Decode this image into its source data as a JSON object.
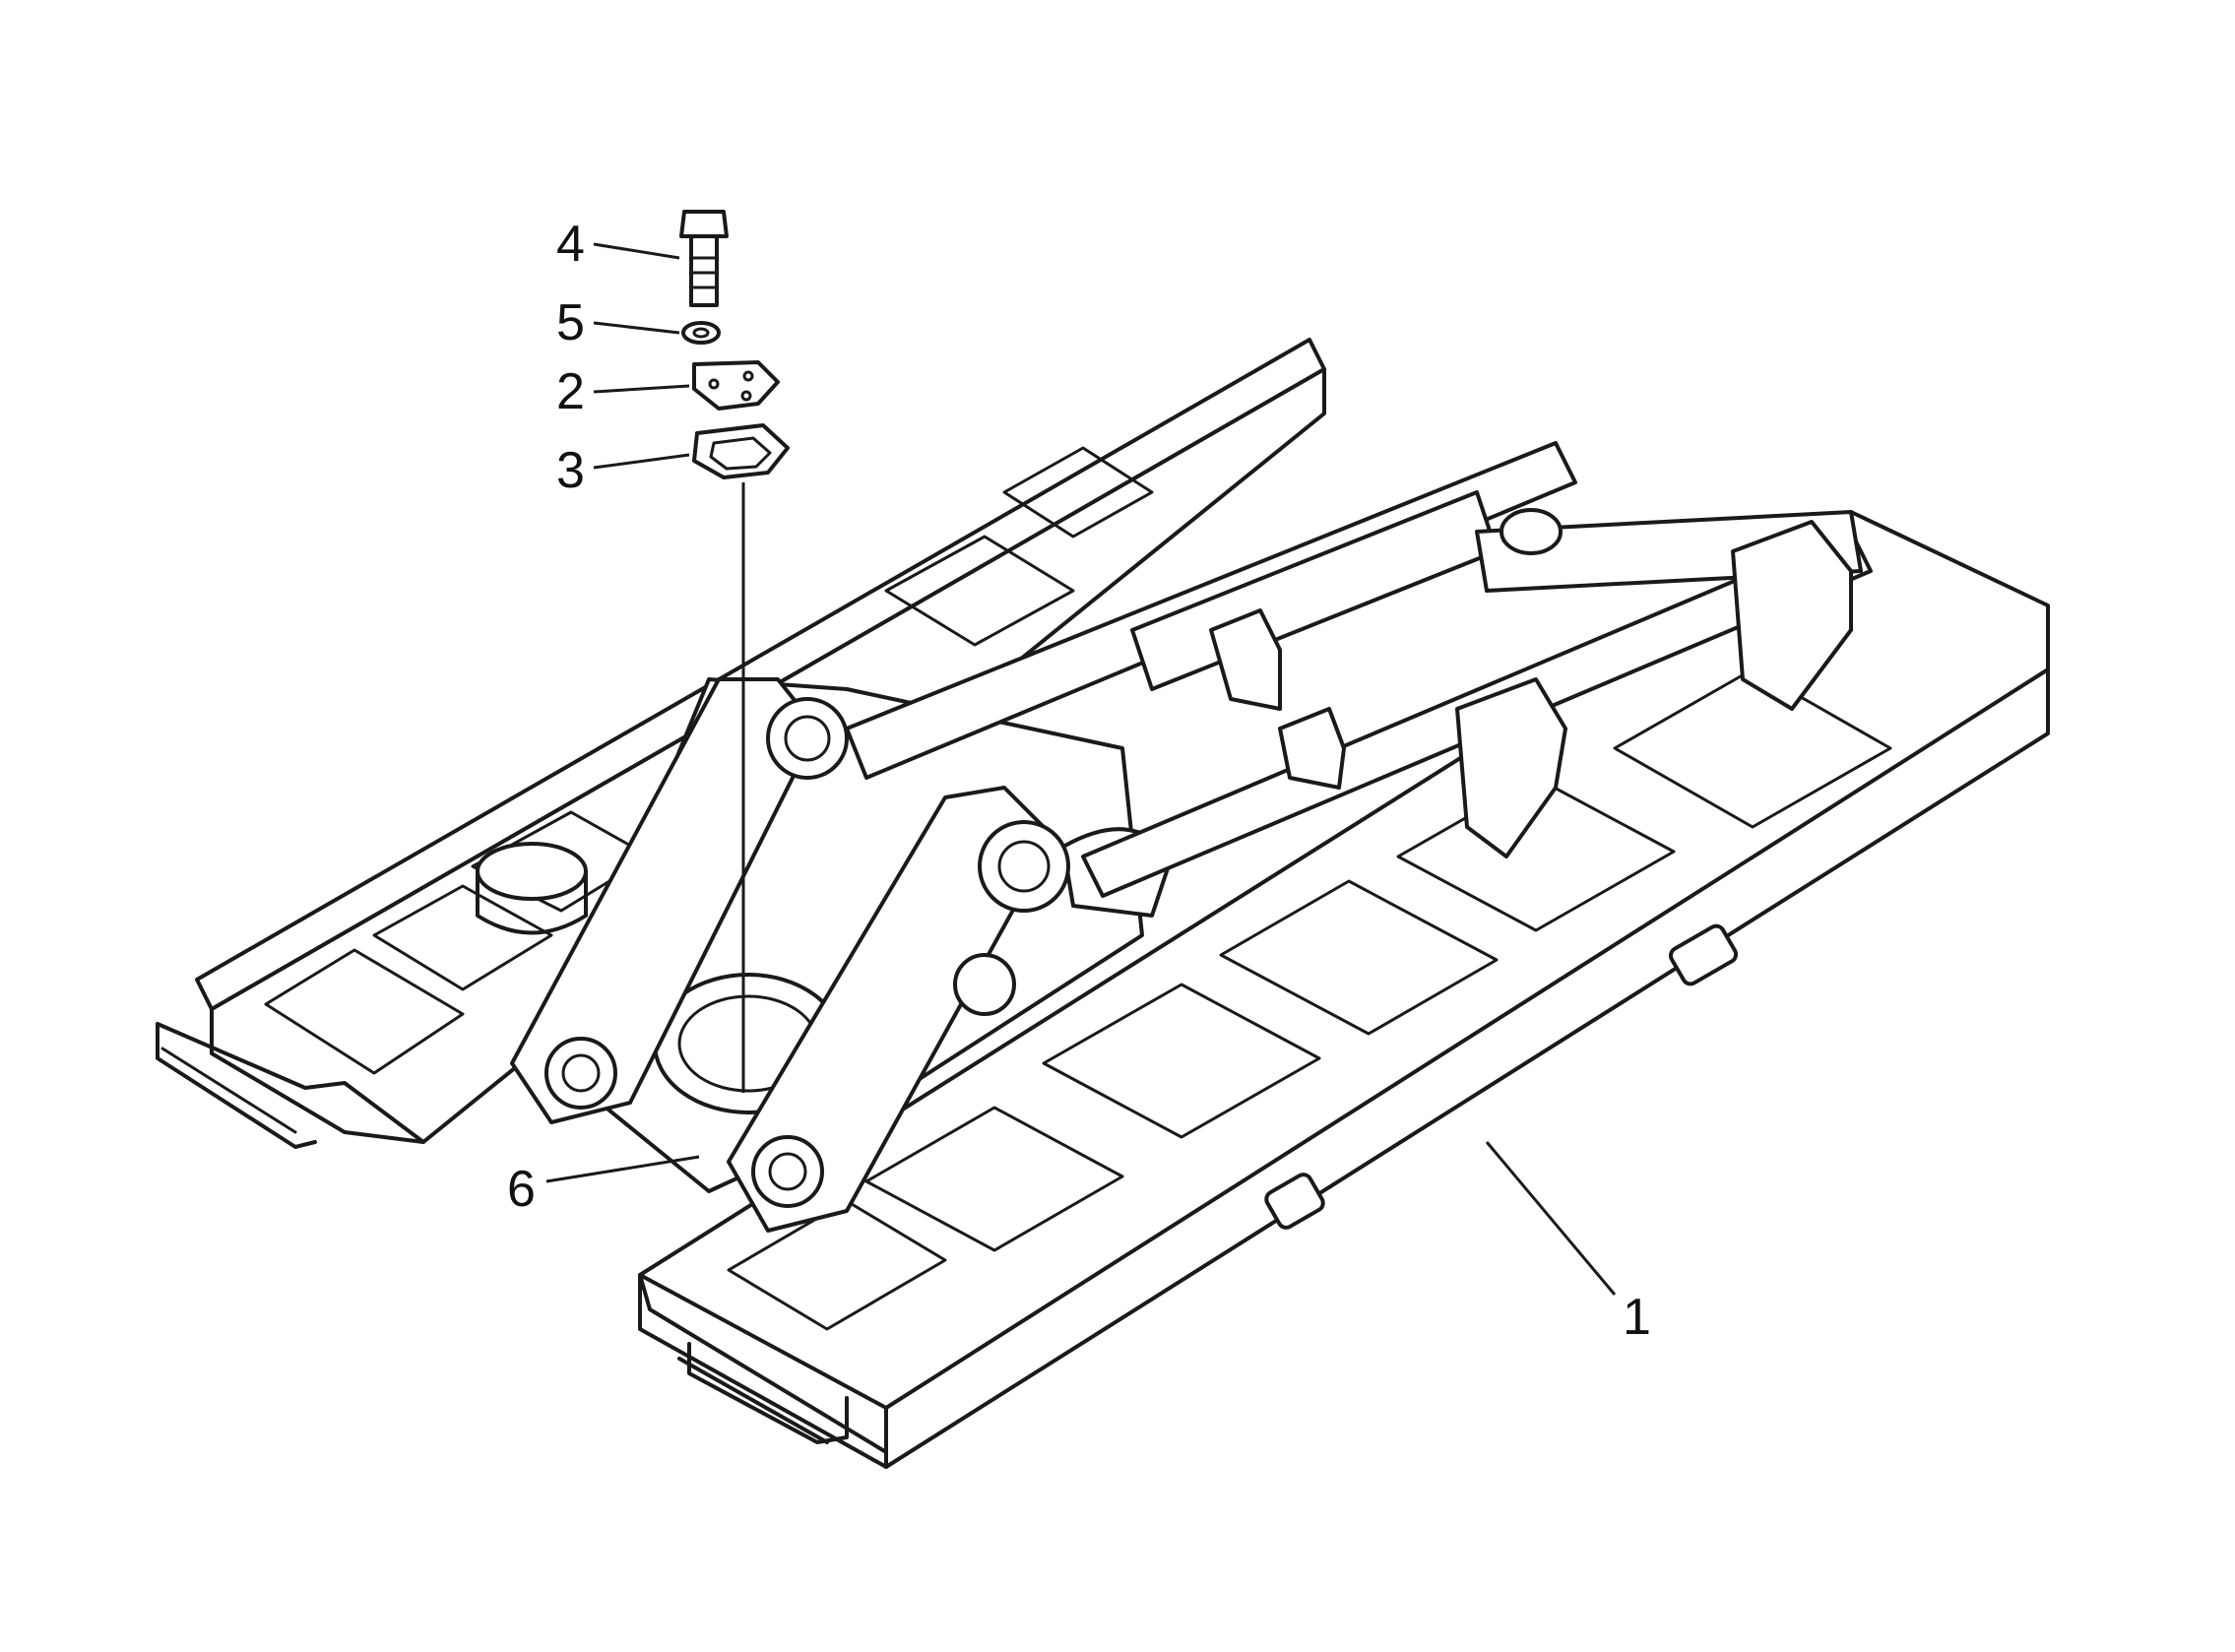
{
  "diagram": {
    "callouts": [
      {
        "id": "callout-4",
        "label": "4"
      },
      {
        "id": "callout-5",
        "label": "5"
      },
      {
        "id": "callout-2",
        "label": "2"
      },
      {
        "id": "callout-3",
        "label": "3"
      },
      {
        "id": "callout-6",
        "label": "6"
      },
      {
        "id": "callout-1",
        "label": "1"
      }
    ],
    "parts": {
      "bolt": "bolt",
      "washer": "washer",
      "plate": "plate",
      "shim": "shim",
      "frame": "frame",
      "pin_boss": "pin-boss"
    }
  }
}
